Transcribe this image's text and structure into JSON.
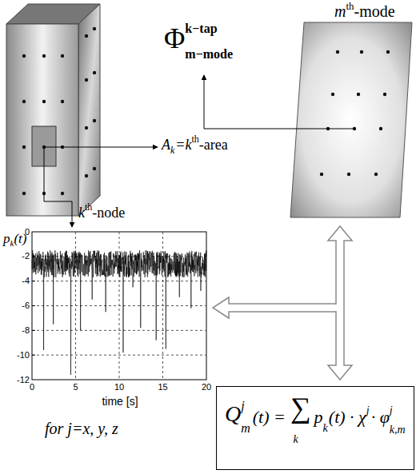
{
  "diagram": {
    "nodes": [
      {
        "text": [
          "Q",
          "j",
          "m",
          "(t) =",
          "∑",
          "k",
          "p",
          "k",
          "(t) · χ",
          "j",
          "· φ",
          "j",
          "k,m"
        ]
      }
    ],
    "labels": [
      "m",
      "th",
      "-mode",
      "Φ",
      "k−tap",
      "m−mode",
      "A",
      "k",
      "=k",
      "th",
      "-area",
      "k",
      "th",
      "-node",
      "p",
      "k",
      "(t)",
      "0",
      "-2",
      "-4",
      "-6",
      "-8",
      "-10",
      "-12",
      "0",
      "5",
      "10",
      "15",
      "20",
      "time [s]",
      "for j=x, y, z"
    ]
  }
}
